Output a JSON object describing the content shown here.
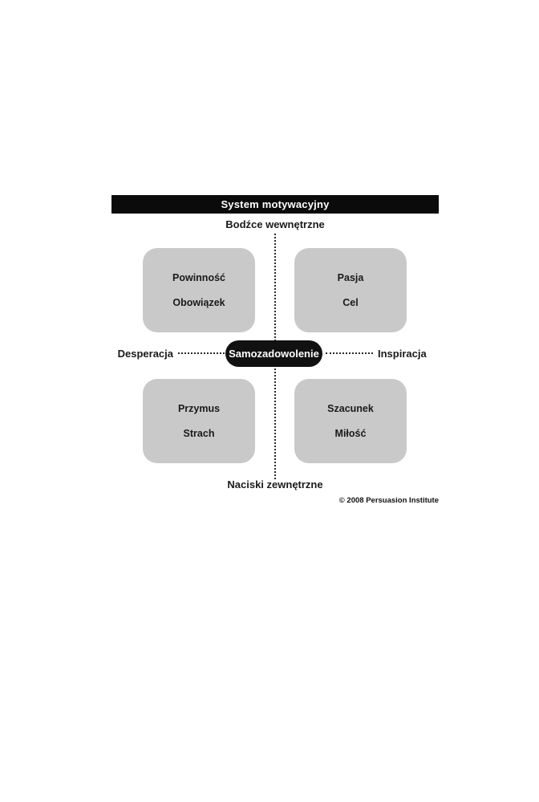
{
  "diagram": {
    "title": "System motywacyjny",
    "axes": {
      "top": "Bodźce wewnętrzne",
      "bottom": "Naciski zewnętrzne",
      "left": "Desperacja",
      "right": "Inspiracja",
      "center": "Samozadowolenie"
    },
    "quadrants": [
      {
        "position": "top-left",
        "line1": "Powinność",
        "line2": "Obowiązek"
      },
      {
        "position": "top-right",
        "line1": "Pasja",
        "line2": "Cel"
      },
      {
        "position": "bottom-left",
        "line1": "Przymus",
        "line2": "Strach"
      },
      {
        "position": "bottom-right",
        "line1": "Szacunek",
        "line2": "Miłość"
      }
    ],
    "copyright": "© 2008 Persuasion Institute",
    "colors": {
      "title_bar": "#0b0b0b",
      "quadrant_fill": "#c9c9c9",
      "center_pill": "#111111",
      "text": "#1a1a1a",
      "background": "#ffffff"
    }
  }
}
